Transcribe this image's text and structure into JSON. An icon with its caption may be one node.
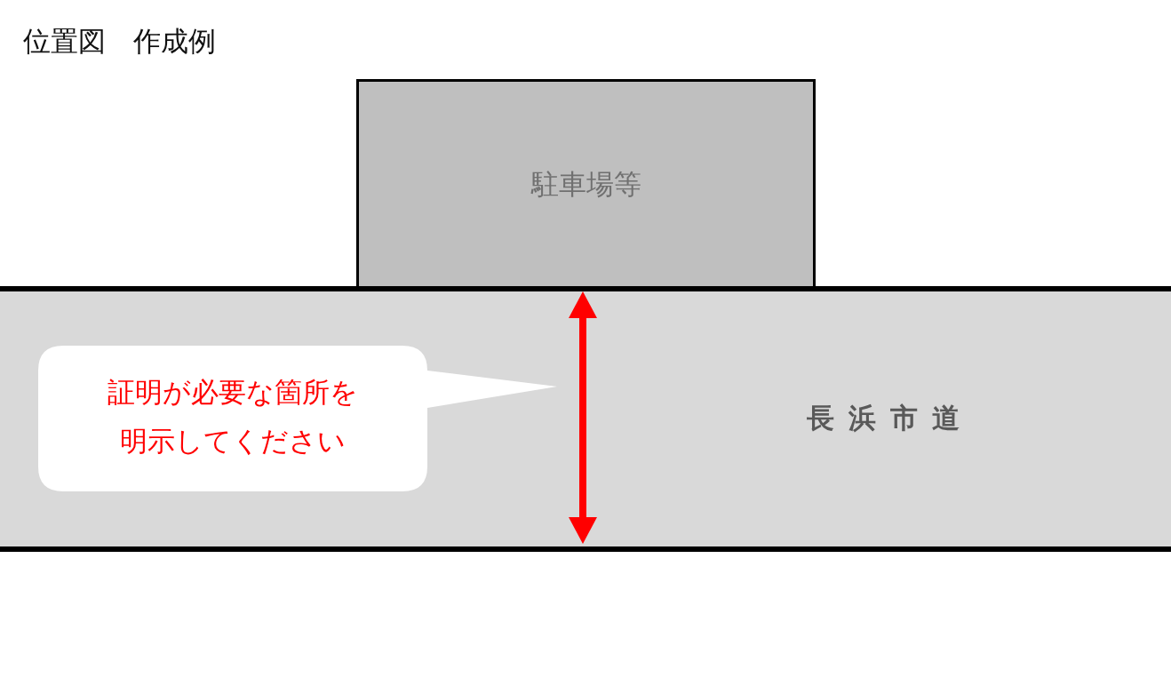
{
  "diagram": {
    "title": "位置図　作成例",
    "nodes": [
      {
        "text": [
          "駐車場等"
        ]
      },
      {
        "text": [
          "長浜市道"
        ]
      },
      {
        "text": [
          "証明が必要な箇所を明示してください"
        ],
        "in": 1
      }
    ]
  }
}
